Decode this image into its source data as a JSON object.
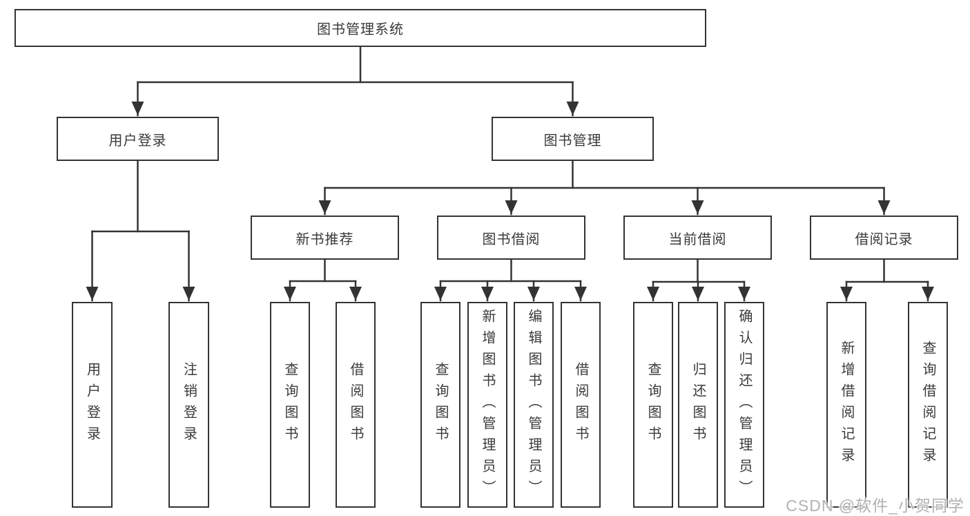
{
  "diagram": {
    "type": "hierarchy-tree",
    "colors": {
      "line": "#333333",
      "box_border": "#333333",
      "text": "#3a3a3a",
      "background": "#ffffff",
      "watermark_text": "#b2b2b2"
    },
    "nodes": {
      "root": "图书管理系统",
      "user_login": "用户登录",
      "book_management": "图书管理",
      "new_book_recommendation": "新书推荐",
      "book_borrowing": "图书借阅",
      "current_borrowing": "当前借阅",
      "borrowing_records": "借阅记录",
      "leaf_user_login": "用户登录",
      "leaf_logout": "注销登录",
      "leaf_query_books_recommend": "查询图书",
      "leaf_borrow_books_recommend": "借阅图书",
      "leaf_query_books_borrowing": "查询图书",
      "leaf_add_books_admin": "新增图书（管理员）",
      "leaf_edit_books_admin": "编辑图书（管理员）",
      "leaf_borrow_books_borrowing": "借阅图书",
      "leaf_query_books_current": "查询图书",
      "leaf_return_books": "归还图书",
      "leaf_confirm_return_admin": "确认归还（管理员）",
      "leaf_add_borrow_record": "新增借阅记录",
      "leaf_query_borrow_record": "查询借阅记录"
    },
    "structure": {
      "root_children": [
        "user_login",
        "book_management"
      ],
      "user_login_children": [
        "leaf_user_login",
        "leaf_logout"
      ],
      "book_management_children": [
        "new_book_recommendation",
        "book_borrowing",
        "current_borrowing",
        "borrowing_records"
      ],
      "new_book_recommendation_children": [
        "leaf_query_books_recommend",
        "leaf_borrow_books_recommend"
      ],
      "book_borrowing_children": [
        "leaf_query_books_borrowing",
        "leaf_add_books_admin",
        "leaf_edit_books_admin",
        "leaf_borrow_books_borrowing"
      ],
      "current_borrowing_children": [
        "leaf_query_books_current",
        "leaf_return_books",
        "leaf_confirm_return_admin"
      ],
      "borrowing_records_children": [
        "leaf_add_borrow_record",
        "leaf_query_borrow_record"
      ]
    }
  },
  "watermark": "CSDN @软件_小贺同学"
}
